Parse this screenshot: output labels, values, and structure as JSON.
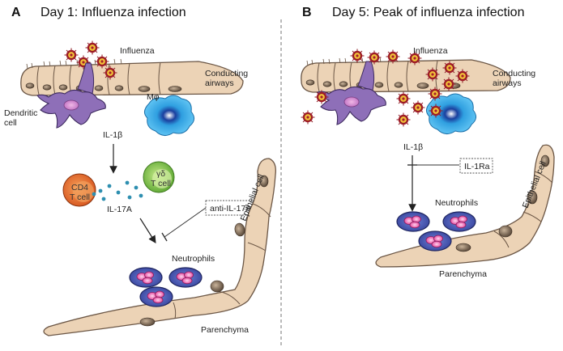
{
  "colors": {
    "epithelium": "#ecd3b6",
    "epithelium_stroke": "#6b5645",
    "dendritic": "#8e6fb8",
    "macrophage": "#2f9fe0",
    "cd4": "#e06a2b",
    "gd_t": "#7fc24a",
    "neutrophil": "#4d5cb8",
    "virus": "#f4c23a",
    "il17_dot": "#2e8fb0"
  },
  "panel_a": {
    "letter": "A",
    "title": "Day 1: Influenza infection",
    "influenza": "Influenza",
    "conducting_1": "Conducting",
    "conducting_2": "airways",
    "dendritic_1": "Dendritic",
    "dendritic_2": "cell",
    "macrophage": "Mφ",
    "il1b": "IL-1β",
    "cd4_1": "CD4",
    "cd4_2": "T cell",
    "gd_1": "γδ",
    "gd_2": "T cell",
    "il17a": "IL-17A",
    "anti_il17a": "anti-IL-17A",
    "neutrophils": "Neutrophils",
    "epithelial_cell": "Epithelial cell",
    "parenchyma": "Parenchyma"
  },
  "panel_b": {
    "letter": "B",
    "title": "Day 5: Peak of influenza infection",
    "influenza": "Influenza",
    "conducting_1": "Conducting",
    "conducting_2": "airways",
    "il1b": "IL-1β",
    "il1ra": "IL-1Ra",
    "neutrophils": "Neutrophils",
    "epithelial_cell": "Epithelial cell",
    "parenchyma": "Parenchyma"
  }
}
